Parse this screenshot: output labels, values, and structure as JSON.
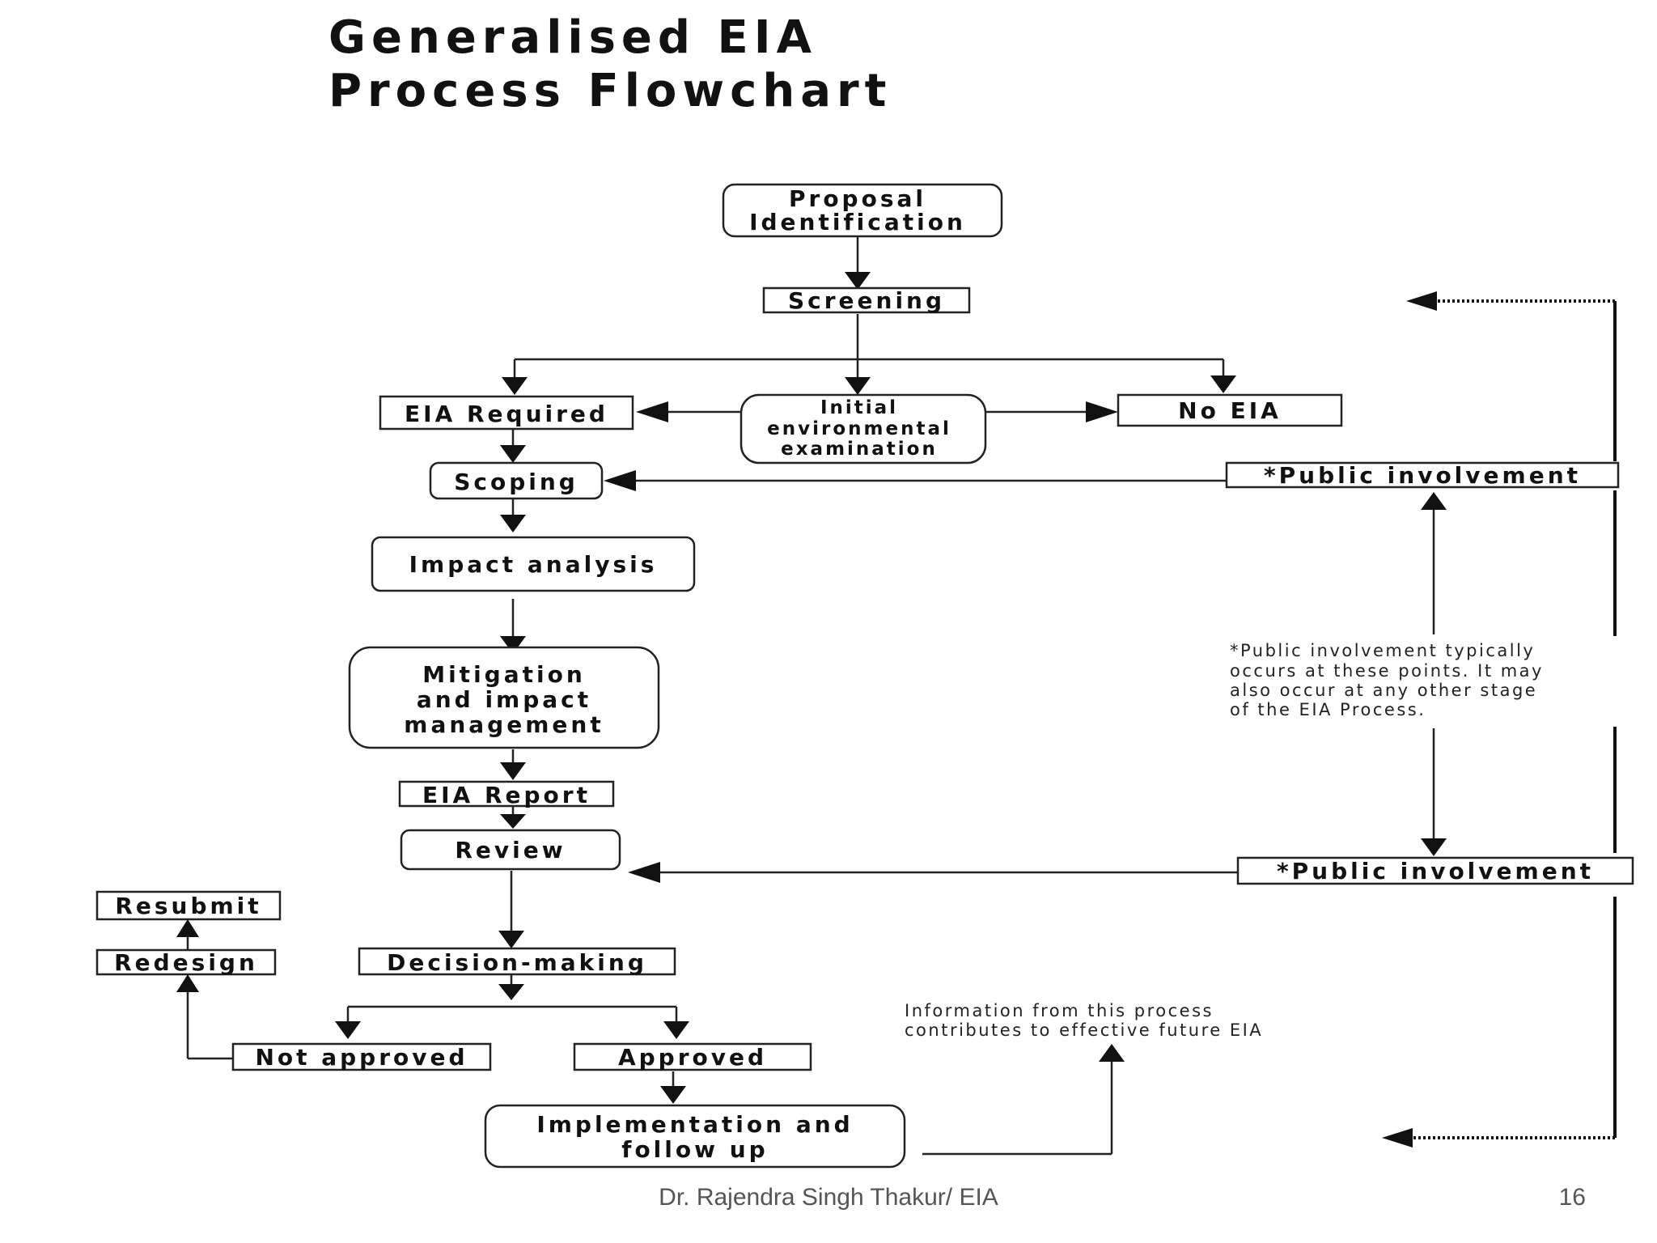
{
  "title": {
    "line1": "Generalised EIA",
    "line2": "Process Flowchart"
  },
  "nodes": {
    "proposal": [
      "Proposal",
      "Identification"
    ],
    "screening": "Screening",
    "eia_required": "EIA Required",
    "initial_exam": [
      "Initial",
      "environmental",
      "examination"
    ],
    "no_eia": "No EIA",
    "scoping": "Scoping",
    "public_involvement_1": "*Public involvement",
    "impact_analysis": "Impact analysis",
    "mitigation": [
      "Mitigation",
      "and impact",
      "management"
    ],
    "eia_report": "EIA Report",
    "review": "Review",
    "public_involvement_2": "*Public involvement",
    "resubmit": "Resubmit",
    "redesign": "Redesign",
    "decision_making": "Decision-making",
    "not_approved": "Not approved",
    "approved": "Approved",
    "implementation": [
      "Implementation and",
      "follow up"
    ]
  },
  "notes": {
    "public_involvement": [
      "*Public involvement typically",
      "occurs at these points. It may",
      "also occur at any other stage",
      "of the EIA Process."
    ],
    "information": [
      "Information from this process",
      "contributes to effective future EIA"
    ]
  },
  "footer": {
    "credit": "Dr. Rajendra Singh Thakur/ EIA",
    "page": "16"
  }
}
